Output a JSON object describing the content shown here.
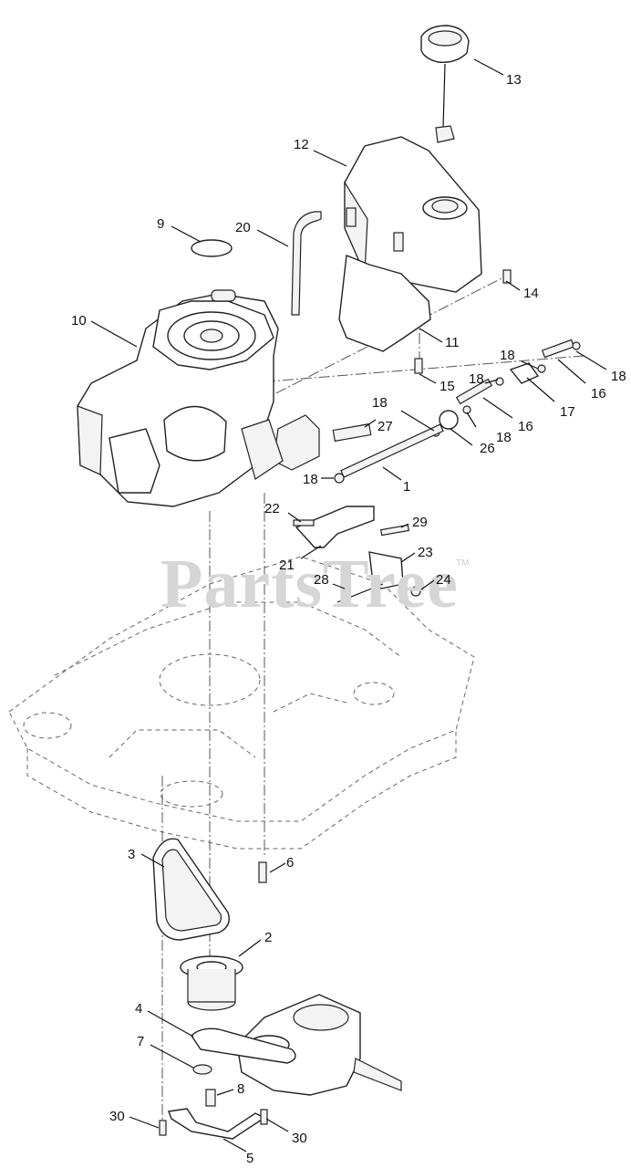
{
  "watermark": {
    "text": "PartsTree",
    "mark": "TM"
  },
  "callouts": {
    "c1": "1",
    "c2": "2",
    "c3": "3",
    "c4": "4",
    "c5": "5",
    "c6": "6",
    "c7": "7",
    "c8": "8",
    "c9": "9",
    "c10": "10",
    "c11": "11",
    "c12": "12",
    "c13": "13",
    "c14": "14",
    "c15": "15",
    "c16a": "16",
    "c16b": "16",
    "c17": "17",
    "c18a": "18",
    "c18b": "18",
    "c18c": "18",
    "c18d": "18",
    "c18e": "18",
    "c18f": "18",
    "c20": "20",
    "c21": "21",
    "c22": "22",
    "c23": "23",
    "c24": "24",
    "c26": "26",
    "c27": "27",
    "c28": "28",
    "c29": "29",
    "c30a": "30",
    "c30b": "30"
  },
  "colors": {
    "line": "#222222",
    "watermark": "#d6d6d6",
    "background": "#ffffff"
  }
}
